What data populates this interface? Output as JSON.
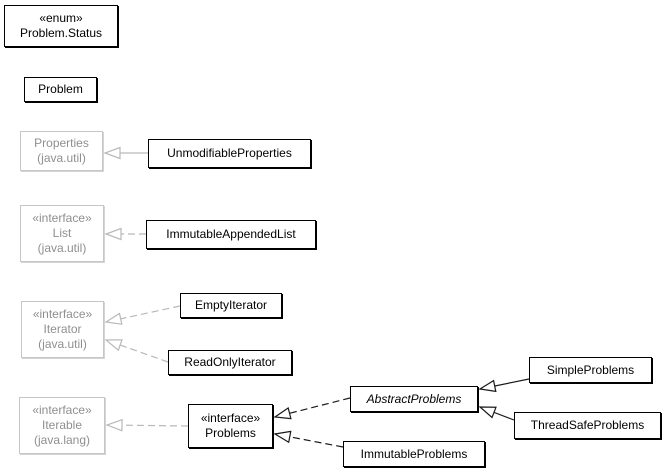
{
  "diagram_type": "uml-class-hierarchy",
  "colors": {
    "background": "#ffffff",
    "node_border": "#000000",
    "node_text": "#000000",
    "external_border": "#c6c6c6",
    "external_text": "#8f8f8f",
    "external_edge": "#b9b9b9",
    "edge": "#1a1a1a"
  },
  "nodes": {
    "problem_status": {
      "stereotype": "«enum»",
      "name": "Problem.Status"
    },
    "problem": {
      "name": "Problem"
    },
    "properties": {
      "name": "Properties",
      "package": "(java.util)"
    },
    "unmodifiable_properties": {
      "name": "UnmodifiableProperties"
    },
    "list": {
      "stereotype": "«interface»",
      "name": "List",
      "package": "(java.util)"
    },
    "immutable_appended_list": {
      "name": "ImmutableAppendedList"
    },
    "iterator": {
      "stereotype": "«interface»",
      "name": "Iterator",
      "package": "(java.util)"
    },
    "empty_iterator": {
      "name": "EmptyIterator"
    },
    "read_only_iterator": {
      "name": "ReadOnlyIterator"
    },
    "iterable": {
      "stereotype": "«interface»",
      "name": "Iterable",
      "package": "(java.lang)"
    },
    "problems": {
      "stereotype": "«interface»",
      "name": "Problems"
    },
    "abstract_problems": {
      "name": "AbstractProblems"
    },
    "simple_problems": {
      "name": "SimpleProblems"
    },
    "thread_safe_problems": {
      "name": "ThreadSafeProblems"
    },
    "immutable_problems": {
      "name": "ImmutableProblems"
    }
  },
  "edges": [
    {
      "from": "UnmodifiableProperties",
      "to": "Properties (java.util)",
      "relation": "extends",
      "line": "solid",
      "color": "gray"
    },
    {
      "from": "ImmutableAppendedList",
      "to": "List (java.util)",
      "relation": "implements",
      "line": "dashed",
      "color": "gray"
    },
    {
      "from": "EmptyIterator",
      "to": "Iterator (java.util)",
      "relation": "implements",
      "line": "dashed",
      "color": "gray"
    },
    {
      "from": "ReadOnlyIterator",
      "to": "Iterator (java.util)",
      "relation": "implements",
      "line": "dashed",
      "color": "gray"
    },
    {
      "from": "Problems",
      "to": "Iterable (java.lang)",
      "relation": "extends",
      "line": "dashed",
      "color": "gray"
    },
    {
      "from": "AbstractProblems",
      "to": "Problems",
      "relation": "implements",
      "line": "dashed",
      "color": "black"
    },
    {
      "from": "ImmutableProblems",
      "to": "Problems",
      "relation": "implements",
      "line": "dashed",
      "color": "black"
    },
    {
      "from": "SimpleProblems",
      "to": "AbstractProblems",
      "relation": "extends",
      "line": "solid",
      "color": "black"
    },
    {
      "from": "ThreadSafeProblems",
      "to": "AbstractProblems",
      "relation": "extends",
      "line": "solid",
      "color": "black"
    }
  ]
}
